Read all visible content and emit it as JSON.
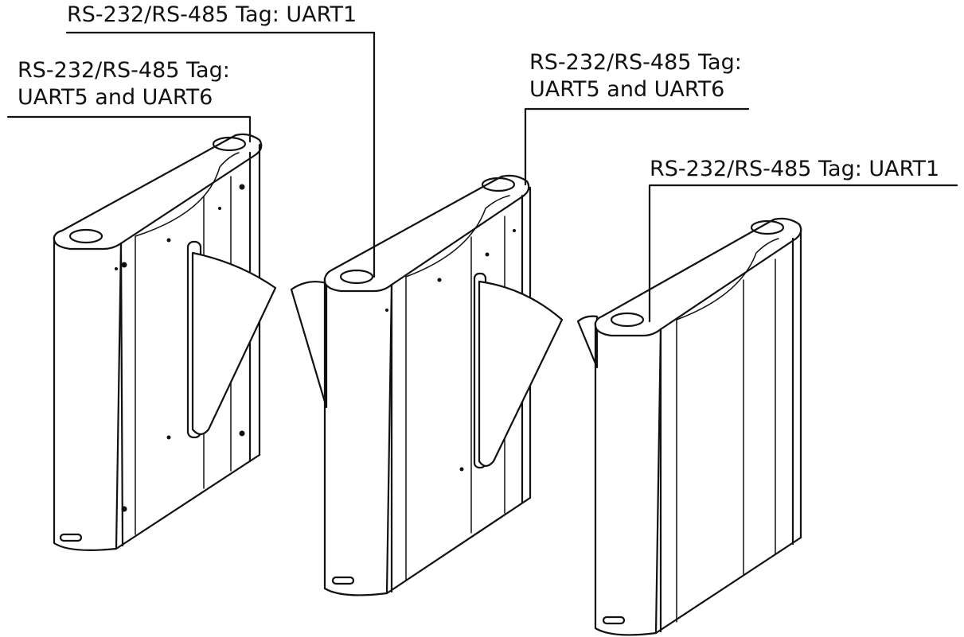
{
  "callouts": [
    {
      "lines": [
        "RS-232/RS-485 Tag: UART1"
      ]
    },
    {
      "lines": [
        "RS-232/RS-485 Tag:",
        "UART5 and UART6"
      ]
    },
    {
      "lines": [
        "RS-232/RS-485 Tag:",
        "UART5 and UART6"
      ]
    },
    {
      "lines": [
        "RS-232/RS-485 Tag: UART1"
      ]
    }
  ]
}
